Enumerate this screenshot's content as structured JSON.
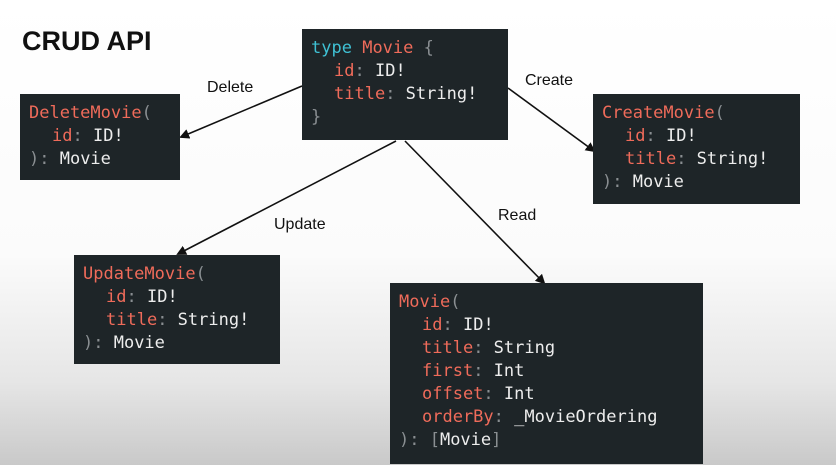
{
  "title": "CRUD API",
  "root": {
    "keyword": "type",
    "type_name": "Movie",
    "open": "{",
    "close": "}",
    "fields": [
      {
        "name": "id",
        "type": "ID!"
      },
      {
        "name": "title",
        "type": "String!"
      }
    ]
  },
  "edges": {
    "delete": "Delete",
    "create": "Create",
    "update": "Update",
    "read": "Read"
  },
  "delete_box": {
    "name": "DeleteMovie",
    "fields": [
      {
        "name": "id",
        "type": "ID!"
      }
    ],
    "returns": "Movie"
  },
  "create_box": {
    "name": "CreateMovie",
    "fields": [
      {
        "name": "id",
        "type": "ID!"
      },
      {
        "name": "title",
        "type": "String!"
      }
    ],
    "returns": "Movie"
  },
  "update_box": {
    "name": "UpdateMovie",
    "fields": [
      {
        "name": "id",
        "type": "ID!"
      },
      {
        "name": "title",
        "type": "String!"
      }
    ],
    "returns": "Movie"
  },
  "read_box": {
    "name": "Movie",
    "fields": [
      {
        "name": "id",
        "type": "ID!"
      },
      {
        "name": "title",
        "type": "String"
      },
      {
        "name": "first",
        "type": "Int"
      },
      {
        "name": "offset",
        "type": "Int"
      },
      {
        "name": "orderBy",
        "type": "_MovieOrdering"
      }
    ],
    "returns": "Movie"
  },
  "colors": {
    "box_bg": "#1e2528",
    "keyword": "#3fc1d4",
    "identifier": "#ef6b5a",
    "punctuation": "#8a8f92",
    "text": "#ededed"
  }
}
